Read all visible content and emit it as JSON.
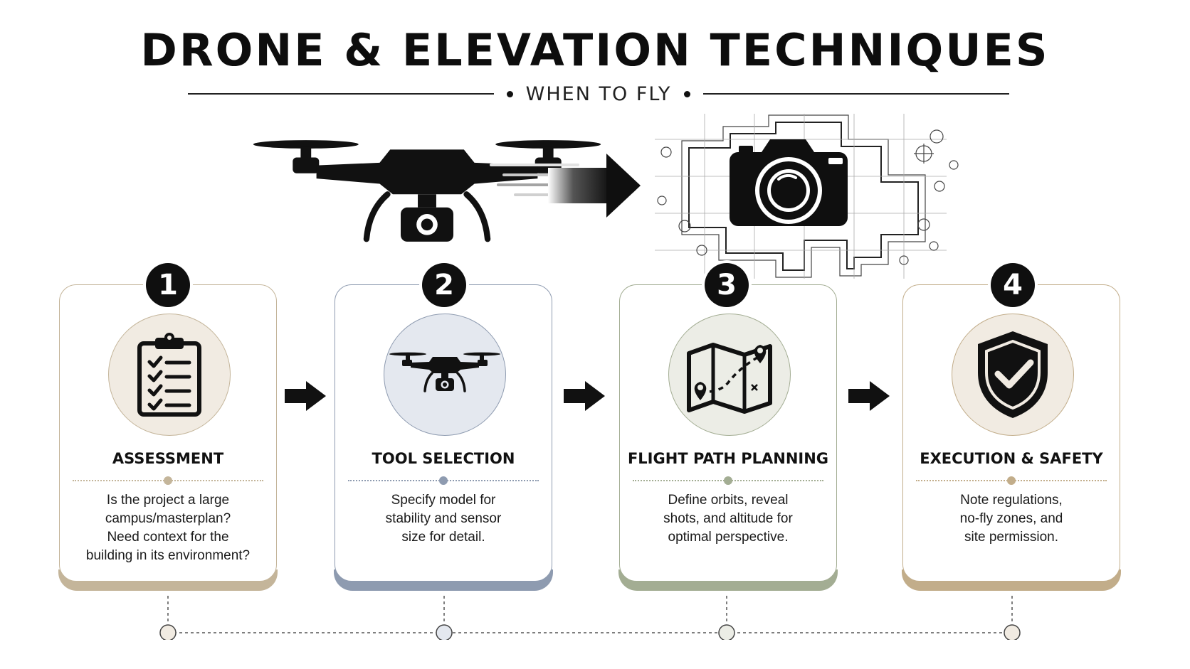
{
  "header": {
    "title": "DRONE & ELEVATION TECHNIQUES",
    "subtitle": "WHEN TO FLY"
  },
  "hero": {
    "left_icon": "drone-icon",
    "middle_icon": "motion-arrow-icon",
    "right_icon": "camera-on-blueprint-icon"
  },
  "steps": [
    {
      "number": "1",
      "heading": "ASSESSMENT",
      "lines": [
        "Is the project a large",
        "campus/masterplan?",
        "Need context for the",
        "building in its environment?"
      ],
      "icon": "clipboard-checklist-icon",
      "accent": "#c4b59a",
      "circle_fill": "#f1ebe2"
    },
    {
      "number": "2",
      "heading": "TOOL SELECTION",
      "lines": [
        "Specify model for",
        "stability and sensor",
        "size for detail."
      ],
      "icon": "drone-icon",
      "accent": "#8e9bb0",
      "circle_fill": "#e4e8ef"
    },
    {
      "number": "3",
      "heading": "FLIGHT PATH PLANNING",
      "lines": [
        "Define orbits, reveal",
        "shots, and altitude for",
        "optimal perspective."
      ],
      "icon": "map-route-icon",
      "accent": "#a3ad93",
      "circle_fill": "#ecede6"
    },
    {
      "number": "4",
      "heading": "EXECUTION & SAFETY",
      "lines": [
        "Note regulations,",
        "no-fly zones, and",
        "site permission."
      ],
      "icon": "shield-check-icon",
      "accent": "#c2ad8a",
      "circle_fill": "#f1ebe2"
    }
  ],
  "connector_icon": "arrow-right-icon"
}
